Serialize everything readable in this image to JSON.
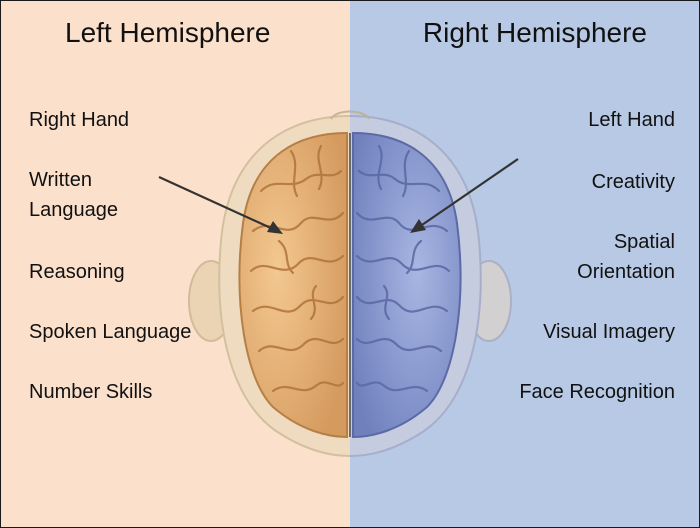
{
  "colors": {
    "left_bg": "#fbe0cc",
    "right_bg": "#b7c9e4",
    "left_hemisphere": "#e6b27a",
    "right_hemisphere": "#8f9fd2",
    "head_skin": "#ecd9b8",
    "arrow": "#333333"
  },
  "icons": {
    "brain": "brain-top-view-icon",
    "arrow": "pointer-arrow-icon"
  },
  "left": {
    "title": "Left Hemisphere",
    "items": [
      {
        "lines": [
          "Right Hand"
        ]
      },
      {
        "lines": [
          "Written",
          "Language"
        ]
      },
      {
        "lines": [
          "Reasoning"
        ]
      },
      {
        "lines": [
          "Spoken Language"
        ]
      },
      {
        "lines": [
          "Number Skills"
        ]
      }
    ]
  },
  "right": {
    "title": "Right Hemisphere",
    "items": [
      {
        "lines": [
          "Left Hand"
        ]
      },
      {
        "lines": [
          "Creativity"
        ]
      },
      {
        "lines": [
          "Spatial",
          "Orientation"
        ]
      },
      {
        "lines": [
          "Visual Imagery"
        ]
      },
      {
        "lines": [
          "Face Recognition"
        ]
      }
    ]
  }
}
